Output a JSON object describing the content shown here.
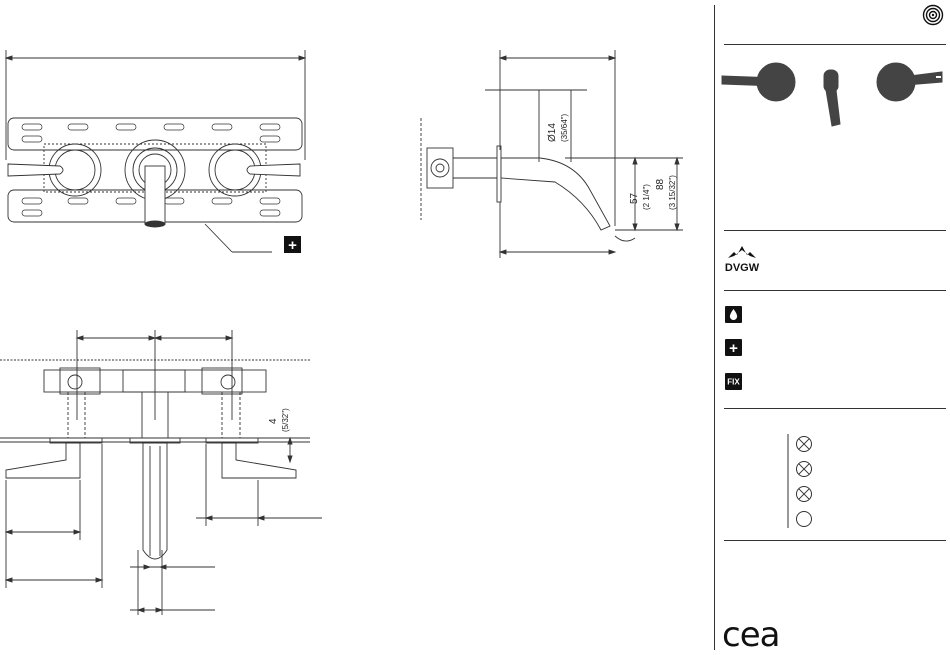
{
  "top_view": {
    "certification_badge": "+"
  },
  "side_view": {
    "dim_diameter": "Ø14",
    "dim_diameter_in": "(35/64\")",
    "dim_height_57": "57",
    "dim_height_57_in": "(2 1/4\")",
    "dim_height_88": "88",
    "dim_height_88_in": "(3 15/32\")"
  },
  "front_view": {
    "dim_4": "4",
    "dim_4_in": "(5/32\")"
  },
  "sidebar": {
    "certification_mark": "DVGW",
    "badges": [
      {
        "name": "water-drop-badge",
        "label": ""
      },
      {
        "name": "plus-badge",
        "label": "+"
      },
      {
        "name": "fix-badge",
        "label": "FIX"
      }
    ],
    "brand_logo": "cea"
  }
}
